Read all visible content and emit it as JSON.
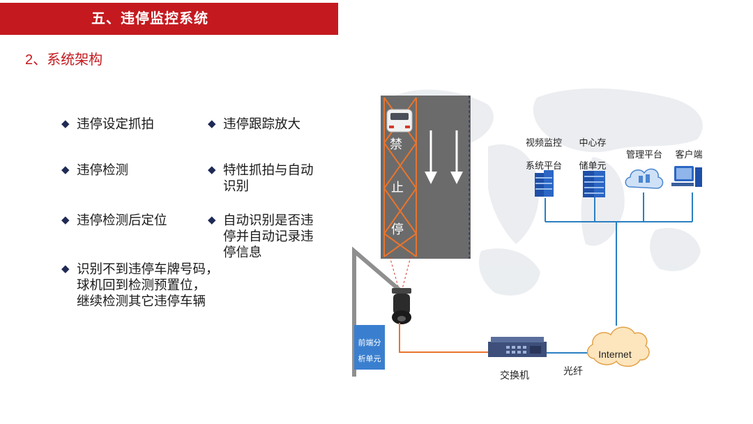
{
  "header": {
    "title": "五、违停监控系统"
  },
  "section": {
    "title": "2、系统架构"
  },
  "bullets": {
    "b1": "违停设定抓拍",
    "b2": "违停跟踪放大",
    "b3": "违停检测",
    "b4": "特性抓拍与自动\n识别",
    "b5": "违停检测后定位",
    "b6": "自动识别是否违\n停并自动记录违\n停信息",
    "b7": "识别不到违停车牌号码，\n球机回到检测预置位，\n继续检测其它违停车辆",
    "marker": "◆"
  },
  "diagram": {
    "road_chars": [
      "禁",
      "止",
      "停"
    ],
    "analysis_unit": [
      "前端分",
      "析单元"
    ],
    "switch_label": "交换机",
    "fiber_label": "光纤",
    "internet_label": "Internet",
    "platforms": [
      {
        "line1": "视频监控",
        "line2": "系统平台"
      },
      {
        "line1": "中心存",
        "line2": "储单元"
      },
      {
        "line1": "管理平台",
        "line2": ""
      },
      {
        "line1": "客户端",
        "line2": ""
      }
    ],
    "colors": {
      "accent": "#c41a1f",
      "road": "#6b6b6b",
      "zone": "#e8742c",
      "network_line": "#2a7fc1",
      "fiber_line": "#e8742c"
    }
  }
}
